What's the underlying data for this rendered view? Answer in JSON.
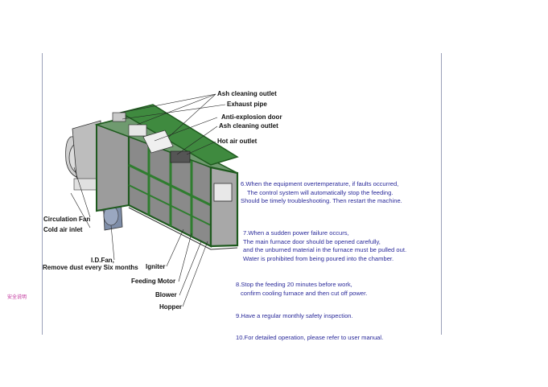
{
  "labels": {
    "ash_outlet_1": "Ash cleaning outlet",
    "exhaust_pipe": "Exhaust pipe",
    "anti_explosion_door": "Anti-explosion door",
    "ash_outlet_2": "Ash cleaning outlet",
    "hot_air_outlet": "Hot air outlet",
    "circulation_fan": "Circulation Fan",
    "cold_air_inlet": "Cold air inlet",
    "id_fan": "I.D.Fan,",
    "remove_dust": "Remove dust every Six months",
    "igniter": "Igniter",
    "feeding_motor": "Feeding Motor",
    "blower": "Blower",
    "hopper": "Hopper"
  },
  "notes": {
    "n6": [
      "6.When the equipment overtemperature, if faults occurred,",
      "The control system will automatically stop the feeding.",
      "Should be timely troubleshooting. Then restart the machine."
    ],
    "n7": [
      "7.When a sudden power failure occurs,",
      "The main furnace door should be opened carefully,",
      "and the unburned material in the furnace must be pulled out.",
      "Water is prohibited from being poured into the chamber."
    ],
    "n8": [
      "8.Stop the feeding 20 minutes before work,",
      "confirm cooling furnace and then cut off power."
    ],
    "n9": [
      "9.Have a regular monthly safety inspection."
    ],
    "n10": [
      "10.For detailed operation, please refer to user manual."
    ]
  },
  "side_text": "安全说明",
  "colors": {
    "frame": "#2f7d2f",
    "frame_dark": "#1e5a1e",
    "panel": "#8f8f8f",
    "panel_light": "#b9b9b9",
    "note_text": "#2a2a9a"
  }
}
